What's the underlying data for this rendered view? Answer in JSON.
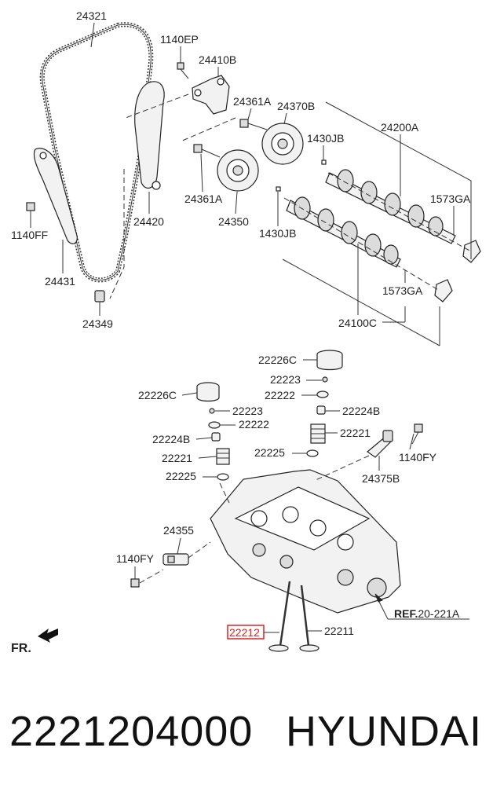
{
  "labels": {
    "l24321": "24321",
    "l1140EP": "1140EP",
    "l24410B": "24410B",
    "l24361A_top": "24361A",
    "l24370B": "24370B",
    "l1430JB_top": "1430JB",
    "l24200A": "24200A",
    "l1573GA_top": "1573GA",
    "l24361A_mid": "24361A",
    "l24350": "24350",
    "l1430JB_mid": "1430JB",
    "l24420": "24420",
    "l1140FF": "1140FF",
    "l24431": "24431",
    "l24349": "24349",
    "l1573GA_bot": "1573GA",
    "l24100C": "24100C",
    "l22226C_right": "22226C",
    "l22223_right": "22223",
    "l22222_right": "22222",
    "l22226C_left": "22226C",
    "l22223_left": "22223",
    "l22224B_right": "22224B",
    "l22222_left": "22222",
    "l22221_right": "22221",
    "l22224B_left": "22224B",
    "l22225_right": "22225",
    "l1140FY_right": "1140FY",
    "l22221_left": "22221",
    "l24375B": "24375B",
    "l22225_left": "22225",
    "l24355": "24355",
    "l1140FY_left": "1140FY",
    "ref_prefix": "REF.",
    "ref_value": "20-221A",
    "l22212": "22212",
    "l22211": "22211",
    "fr": "FR."
  },
  "caption": {
    "part_number": "2221204000",
    "brand": "HYUNDAI"
  },
  "colors": {
    "highlight_box": "#e02020",
    "ink": "#222222"
  }
}
